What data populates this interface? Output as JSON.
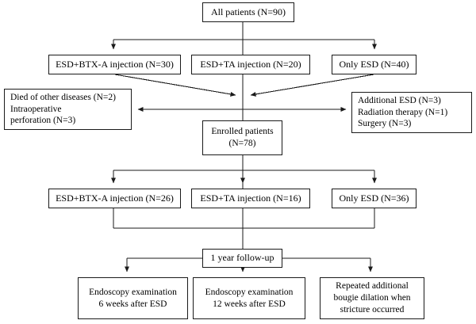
{
  "diagram": {
    "type": "study-flow-chart",
    "title": "Patient enrollment and follow-up flow",
    "stroke_color": "#1a1a1a",
    "background_color": "#ffffff",
    "text_color": "#000000"
  },
  "nodes": {
    "top": {
      "id": "all-patients",
      "lines": [
        "All patients (N=90)"
      ]
    },
    "arms": [
      {
        "id": "esd-btxa-30",
        "lines": [
          "ESD+BTX-A injection (N=30)"
        ]
      },
      {
        "id": "esd-ta-20",
        "lines": [
          "ESD+TA injection (N=20)"
        ]
      },
      {
        "id": "only-esd-40",
        "lines": [
          "Only ESD (N=40)"
        ]
      }
    ],
    "exclusion_left": {
      "id": "exclusions-left",
      "lines": [
        "Died of other diseases (N=2)",
        "Intraoperative",
        "perforation (N=3)"
      ]
    },
    "exclusion_right": {
      "id": "exclusions-right",
      "lines": [
        "Additional ESD (N=3)",
        "Radiation therapy (N=1)",
        "Surgery (N=3)"
      ]
    },
    "enrolled": {
      "id": "enrolled-patients",
      "lines": [
        "Enrolled patients",
        "(N=78)"
      ]
    },
    "groups": [
      {
        "id": "esd-btxa-26",
        "lines": [
          "ESD+BTX-A injection (N=26)"
        ]
      },
      {
        "id": "esd-ta-16",
        "lines": [
          "ESD+TA injection (N=16)"
        ]
      },
      {
        "id": "only-esd-36",
        "lines": [
          "Only ESD (N=36)"
        ]
      }
    ],
    "followup": {
      "id": "one-year-follow-up",
      "lines": [
        "1 year follow-up"
      ]
    },
    "outcomes": [
      {
        "id": "endoscopy-6-weeks",
        "lines": [
          "Endoscopy examination",
          "6 weeks after ESD"
        ]
      },
      {
        "id": "endoscopy-12-weeks",
        "lines": [
          "Endoscopy examination",
          "12 weeks after ESD"
        ]
      },
      {
        "id": "bougie-dilation",
        "lines": [
          "Repeated additional",
          "bougie dilation when",
          "stricture occurred"
        ]
      }
    ]
  }
}
